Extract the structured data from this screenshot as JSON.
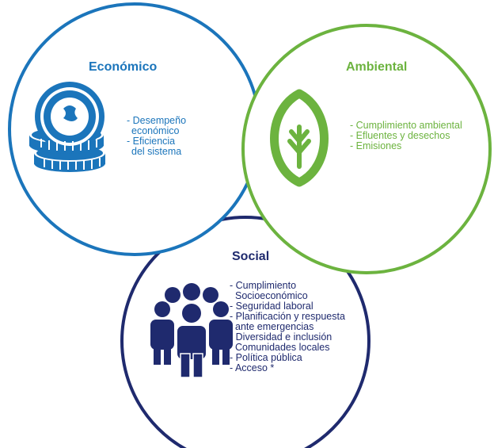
{
  "colors": {
    "economico": "#1b75bb",
    "ambiental": "#6cb33f",
    "social": "#1f2a6e"
  },
  "economico": {
    "title": "Económico",
    "icon": "coins-icon",
    "items": [
      "- Desempeño",
      "económico",
      "- Eficiencia",
      "del sistema"
    ]
  },
  "ambiental": {
    "title": "Ambiental",
    "icon": "leaf-icon",
    "items": [
      "- Cumplimiento ambiental",
      "- Efluentes y desechos",
      "- Emisiones"
    ]
  },
  "social": {
    "title": "Social",
    "icon": "people-group-icon",
    "items": [
      "- Cumplimiento",
      "Socioeconómico",
      "- Seguridad laboral",
      "- Planificación y respuesta",
      "ante emergencias",
      "- Diversidad e inclusión",
      "Comunidades locales",
      "- Política pública",
      "- Acceso *"
    ]
  }
}
